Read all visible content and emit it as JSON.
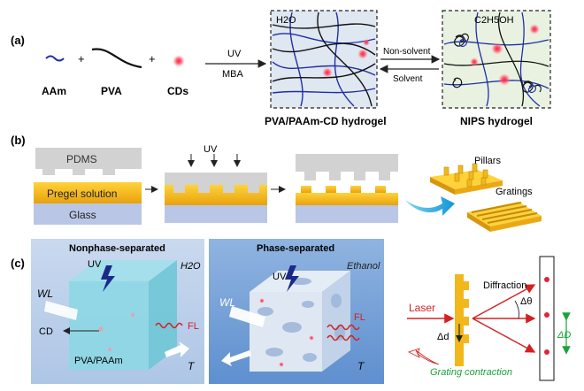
{
  "panel_a": {
    "label": "(a)",
    "reagents": [
      "AAm",
      "PVA",
      "CDs"
    ],
    "plus": "+",
    "reaction_top": "UV",
    "reaction_bottom": "MBA",
    "box1_solvent": "H2O",
    "box2_solvent": "C2H5OH",
    "forward_label": "Non-solvent",
    "reverse_label": "Solvent",
    "box1_caption": "PVA/PAAm-CD  hydrogel",
    "box2_caption": "NIPS hydrogel"
  },
  "panel_b": {
    "label": "(b)",
    "pdms": "PDMS",
    "pregel": "Pregel solution",
    "glass": "Glass",
    "uv": "UV",
    "pillars": "Pillars",
    "gratings": "Gratings"
  },
  "panel_c": {
    "label": "(c)",
    "left_title": "Nonphase-separated",
    "right_title": "Phase-separated",
    "left_solvent": "H2O",
    "right_solvent": "Ethanol",
    "uv": "UV",
    "wl": "WL",
    "fl": "FL",
    "cd": "CD",
    "material": "PVA/PAAm",
    "t": "T",
    "laser": "Laser",
    "diffraction": "Diffraction",
    "delta_theta": "Δθ",
    "delta_d": "Δd",
    "delta_D": "ΔD",
    "grating_contraction": "Grating contraction"
  },
  "colors": {
    "polymer_blue": "#1f2fa8",
    "cd_red": "#e8203a",
    "gold": "#f2b81b",
    "glass_blue": "#b9c6e6",
    "pdms_gray": "#d2d2d2",
    "arrow_cyan": "#1fa3d8",
    "green": "#1aa33a",
    "laser_red": "#d42020"
  }
}
